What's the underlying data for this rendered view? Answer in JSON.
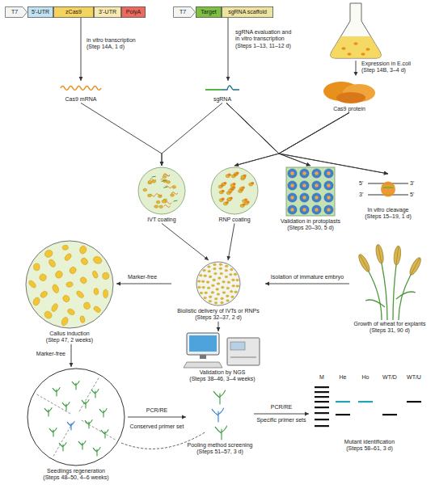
{
  "diagram": {
    "nodes": [
      {
        "text": [
          "T7"
        ]
      },
      {
        "text": [
          "5'-UTR"
        ]
      },
      {
        "text": [
          "zCas9"
        ]
      },
      {
        "text": [
          "3'-UTR"
        ]
      },
      {
        "text": [
          "PolyA"
        ]
      },
      {
        "text": [
          "T7"
        ]
      },
      {
        "text": [
          "Target"
        ]
      },
      {
        "text": [
          "sgRNA scaffold"
        ]
      },
      {
        "text": [
          "Cas9 mRNA"
        ]
      },
      {
        "text": [
          "sgRNA"
        ]
      },
      {
        "text": [
          "Cas9 protein"
        ]
      },
      {
        "text": [
          "IVT coating"
        ]
      },
      {
        "text": [
          "RNP coating"
        ]
      },
      {
        "text": [
          "Validation in protoplasts",
          "(Steps 20–30, 5 d)"
        ]
      },
      {
        "text": [
          "In vitro cleavage",
          "(Steps 15–19, 1 d)"
        ]
      },
      {
        "text": [
          "Biolistic delivery of IVTs or RNPs",
          "(Steps 32–37, 2 d)"
        ]
      },
      {
        "text": [
          "Growth of wheat for explants",
          "(Steps 31, 90 d)"
        ]
      },
      {
        "text": [
          "Callus induction",
          "(Step 47, 2 weeks)"
        ]
      },
      {
        "text": [
          "Validation by NGS",
          "(Steps 38–46, 3–4 weeks)"
        ]
      },
      {
        "text": [
          "Seedlings regeneration",
          "(Steps 48–50, 4–6 weeks)"
        ]
      },
      {
        "text": [
          "Pooling method screening",
          "(Steps 51–57, 3 d)"
        ]
      },
      {
        "text": [
          "Mutant identification",
          "(Steps 58–61, 3 d)"
        ]
      }
    ],
    "edges": [
      {
        "from": 2,
        "to": 8,
        "arrow": "to",
        "label": "in vitro transcription (Step 14A, 1 d)"
      },
      {
        "from": 7,
        "to": 9,
        "arrow": "to",
        "label": "sgRNA evaluation and in vitro transcription (Steps 1–13, 11–12 d)"
      },
      {
        "from": 8,
        "to": 11,
        "arrow": "to"
      },
      {
        "from": 9,
        "to": 11,
        "arrow": "to"
      },
      {
        "from": 9,
        "to": 12,
        "arrow": "to"
      },
      {
        "from": 10,
        "to": 12,
        "arrow": "to"
      },
      {
        "from": 9,
        "to": 13,
        "arrow": "to"
      },
      {
        "from": 10,
        "to": 13,
        "arrow": "to"
      },
      {
        "from": 9,
        "to": 14,
        "arrow": "to"
      },
      {
        "from": 10,
        "to": 14,
        "arrow": "to"
      },
      {
        "from": 11,
        "to": 15,
        "arrow": "to"
      },
      {
        "from": 12,
        "to": 15,
        "arrow": "to"
      },
      {
        "from": 16,
        "to": 15,
        "arrow": "to",
        "label": "Isolation of immature embryo"
      },
      {
        "from": 15,
        "to": 17,
        "arrow": "to",
        "label": "Marker-free"
      },
      {
        "from": 15,
        "to": 18,
        "arrow": "to"
      },
      {
        "from": 17,
        "to": 19,
        "arrow": "to",
        "label": "Marker-free"
      },
      {
        "from": 19,
        "to": 20,
        "arrow": "to",
        "label": "PCR/RE"
      },
      {
        "from": 20,
        "to": 21,
        "arrow": "to",
        "label": "PCR/RE"
      }
    ],
    "labels": [
      "Expression in E.coli (Step 14B, 3–4 d)",
      "5'",
      "3'",
      "3'",
      "5'",
      "Conserved primer set",
      "Specific primer sets",
      "M",
      "He",
      "Ho",
      "WT/D",
      "WT/U"
    ]
  }
}
